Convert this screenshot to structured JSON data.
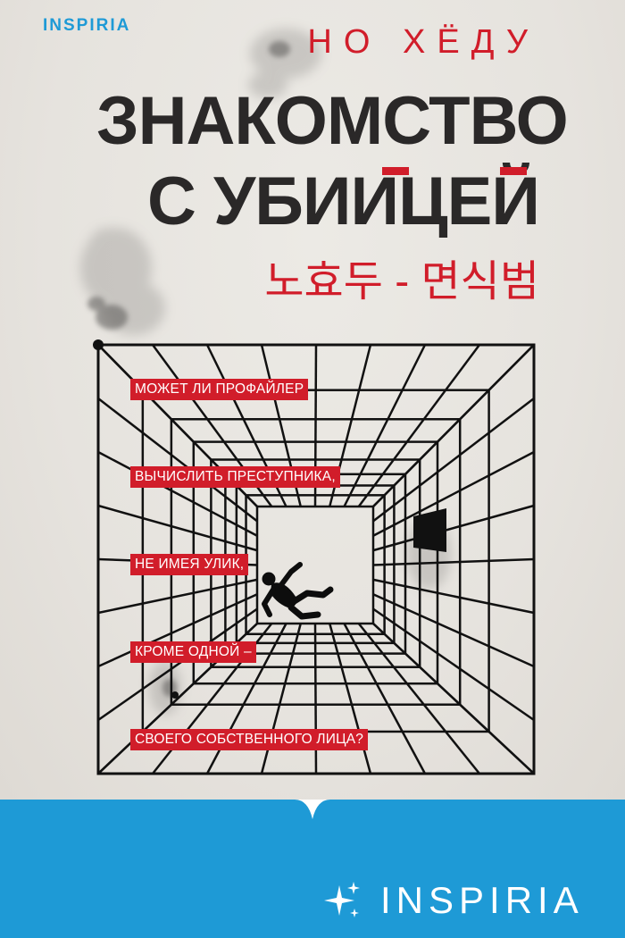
{
  "publisher_top": "INSPIRIA",
  "author": "НО ХЁДУ",
  "title": {
    "line1": "ЗНАКОМСТВО",
    "line2": "С УБИИЦЕЙ"
  },
  "korean_title": "노효두 - 면식범",
  "tagline": [
    "МОЖЕТ ЛИ ПРОФАЙЛЕР",
    "ВЫЧИСЛИТЬ ПРЕСТУПНИКА,",
    "НЕ ИМЕЯ УЛИК,",
    "КРОМЕ ОДНОЙ –",
    "СВОЕГО СОБСТВЕННОГО ЛИЦА?"
  ],
  "publisher_bottom": "INSPIRIA",
  "icons": [
    "sparkle-star-icon",
    "falling-man-icon"
  ],
  "colors": {
    "brand_blue": "#1e9ad6",
    "accent_red": "#d11d2a",
    "title_dark": "#2a2828",
    "grid_black": "#111111",
    "paper": "#e6e3de"
  }
}
